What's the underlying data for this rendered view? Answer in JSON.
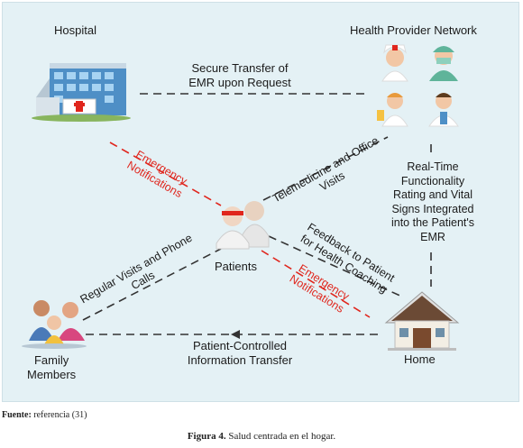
{
  "nodes": {
    "hospital": "Hospital",
    "network": "Health Provider Network",
    "patients": "Patients",
    "family_line1": "Family",
    "family_line2": "Members",
    "home": "Home"
  },
  "edges": {
    "secure_l1": "Secure Transfer of",
    "secure_l2": "EMR upon Request",
    "emerg_top_l1": "Emergency",
    "emerg_top_l2": "Notifications",
    "tele_l1": "Telemedicine and Office",
    "tele_l2": "Visits",
    "regular_l1": "Regular Visits and Phone",
    "regular_l2": "Calls",
    "feedback_l1": "Feedback to Patient",
    "feedback_l2": "for Health Coaching",
    "emerg_bot_l1": "Emergency",
    "emerg_bot_l2": "Notifications",
    "realtime_l1": "Real-Time",
    "realtime_l2": "Functionality",
    "realtime_l3": "Rating and Vital",
    "realtime_l4": "Signs Integrated",
    "realtime_l5": "into the Patient's",
    "realtime_l6": "EMR",
    "pc_l1": "Patient-Controlled",
    "pc_l2": "Information Transfer"
  },
  "source_label": "Fuente:",
  "source_text": " referencia (31)",
  "caption_label": "Figura 4.",
  "caption_text": " Salud centrada en el hogar.",
  "colors": {
    "red": "#e0261d",
    "dash": "#333333",
    "panel": "#e4f1f5"
  }
}
